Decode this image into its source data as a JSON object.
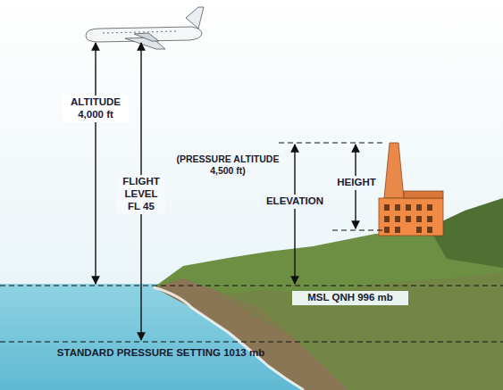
{
  "diagram": {
    "labels": [
      "ALTITUDE 4,000 ft",
      "FLIGHT LEVEL FL 45",
      "(PRESSURE ALTITUDE 4,500 ft)",
      "HEIGHT",
      "ELEVATION",
      "MSL QNH 996 mb",
      "STANDARD PRESSURE SETTING 1013 mb"
    ]
  }
}
